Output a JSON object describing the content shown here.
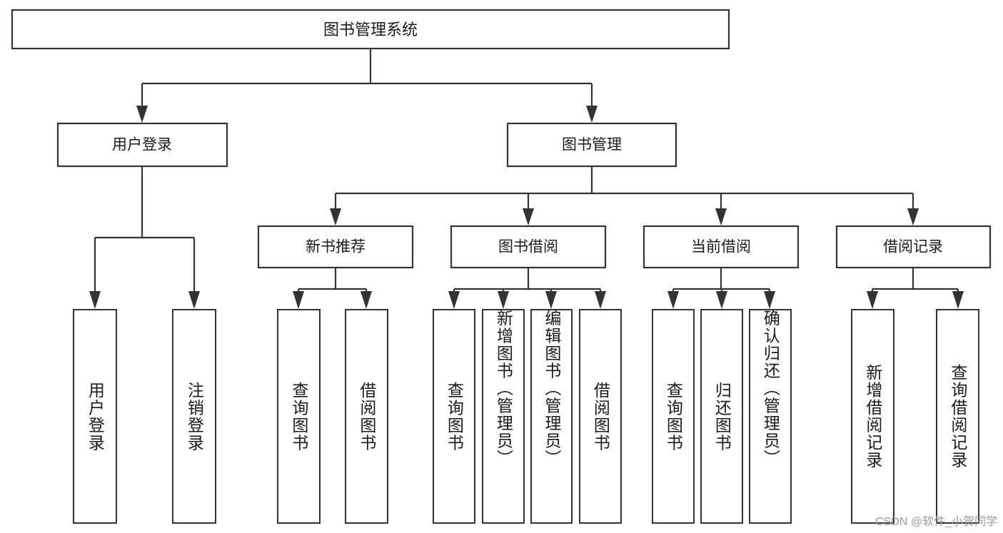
{
  "diagram": {
    "title": "图书管理系统",
    "watermark": "CSDN @软件_小贺同学",
    "levels": {
      "root": {
        "label": "图书管理系统"
      },
      "level2": [
        {
          "label": "用户登录"
        },
        {
          "label": "图书管理"
        }
      ],
      "level3": [
        {
          "label": "新书推荐"
        },
        {
          "label": "图书借阅"
        },
        {
          "label": "当前借阅"
        },
        {
          "label": "借阅记录"
        }
      ],
      "leaves": {
        "user_login": [
          {
            "label": "用户登录"
          },
          {
            "label": "注销登录"
          }
        ],
        "new_book_recommend": [
          {
            "label": "查询图书"
          },
          {
            "label": "借阅图书"
          }
        ],
        "book_borrow": [
          {
            "label": "查询图书"
          },
          {
            "label": "新增图书（管理员）"
          },
          {
            "label": "编辑图书（管理员）"
          },
          {
            "label": "借阅图书"
          }
        ],
        "current_borrow": [
          {
            "label": "查询图书"
          },
          {
            "label": "归还图书"
          },
          {
            "label": "确认归还（管理员）"
          }
        ],
        "borrow_record": [
          {
            "label": "新增借阅记录"
          },
          {
            "label": "查询借阅记录"
          }
        ]
      }
    },
    "colors": {
      "stroke": "#333333",
      "fill": "#ffffff",
      "text": "#1a1a1a",
      "watermark": "#9a9a9a"
    }
  }
}
